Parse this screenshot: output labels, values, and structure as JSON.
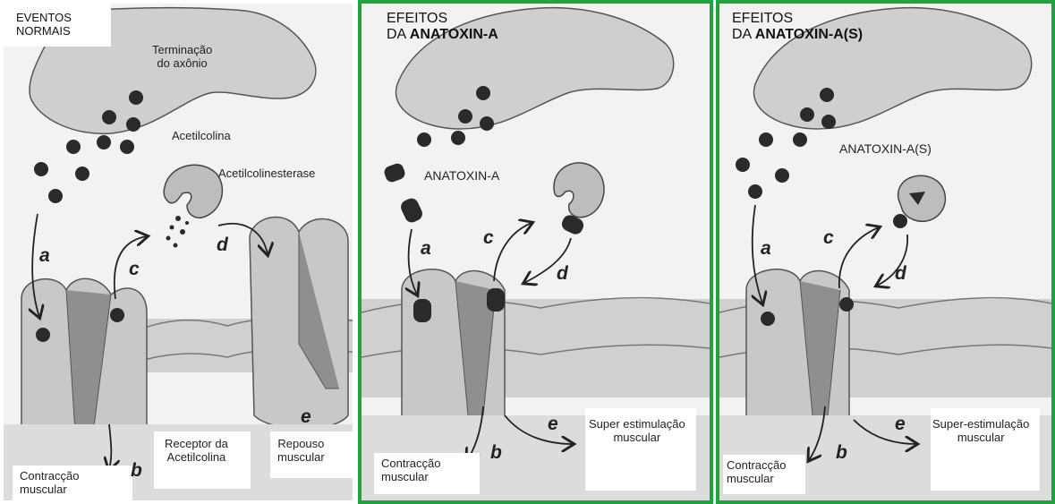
{
  "panels": [
    {
      "title": "EVENTOS\nNORMAIS",
      "labels": {
        "axon": "Terminação\ndo axônio",
        "ach": "Acetilcolina",
        "ache": "Acetilcolinesterase",
        "receptor": "Receptor da\nAcetilcolina",
        "rest": "Repouso\nmuscular",
        "contraction": "Contracção\nmuscular"
      },
      "letters": [
        "a",
        "b",
        "c",
        "d",
        "e"
      ]
    },
    {
      "title_line1": "EFEITOS",
      "title_line2_prefix": "DA ",
      "title_line2_bold": "ANATOXIN-A",
      "labels": {
        "toxin": "ANATOXIN-A",
        "super": "Super estimulação\nmuscular",
        "contraction": "Contracção\nmuscular"
      },
      "letters": [
        "a",
        "b",
        "c",
        "d",
        "e"
      ]
    },
    {
      "title_line1": "EFEITOS",
      "title_line2_prefix": "DA ",
      "title_line2_bold": "ANATOXIN-A(S)",
      "labels": {
        "toxin": "ANATOXIN-A(S)",
        "super": "Super-estimulação\nmuscular",
        "contraction": "Contracção\nmuscular"
      },
      "letters": [
        "a",
        "b",
        "c",
        "d",
        "e"
      ]
    }
  ]
}
